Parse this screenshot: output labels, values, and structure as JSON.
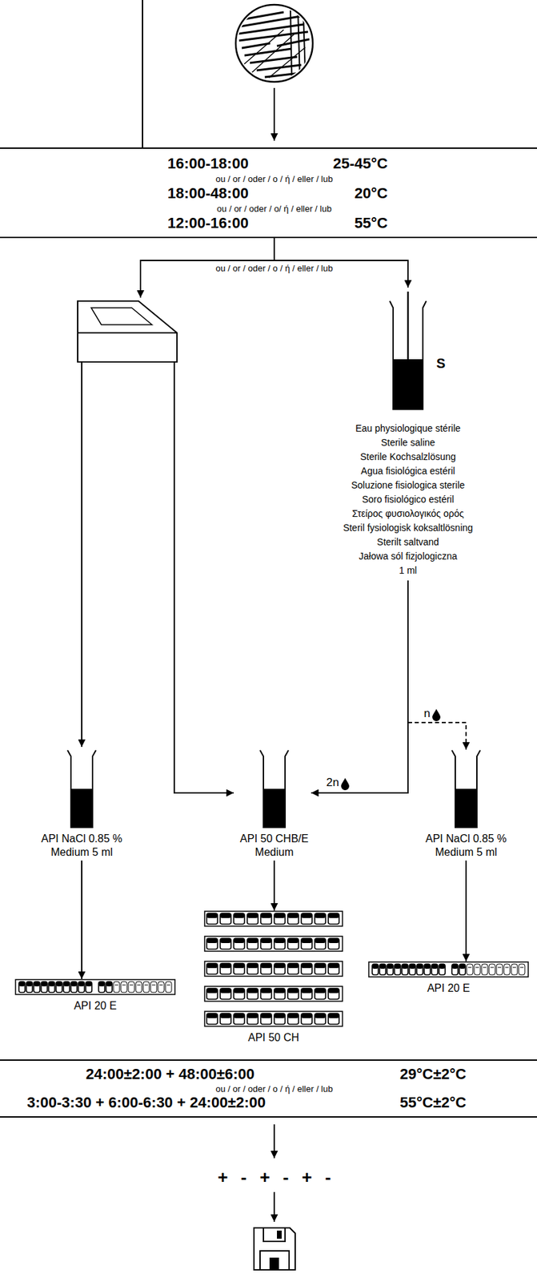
{
  "diagram": {
    "nodes": [
      {
        "text": [
          "16:00-18:00",
          "25-45°C",
          "ou / or / oder / o / ή / eller / lub",
          "18:00-48:00",
          "20°C",
          "ou / or / oder / o/ ή / eller / lub",
          "12:00-16:00",
          "55°C"
        ]
      },
      {
        "text": [
          "S",
          "Eau physiologique stérile",
          "Sterile saline",
          "Sterile Kochsalzlösung",
          "Agua fisiológica estéril",
          "Soluzione fisiologica sterile",
          "Soro fisiológico estéril",
          "Στείρος φυσιολογικός ορός",
          "Steril fysiologisk koksaltlösning",
          "Sterilt saltvand",
          "Jałowa sól fizjologiczna",
          "1 ml"
        ]
      },
      {
        "text": [
          "API NaCl 0.85 %",
          "Medium 5 ml"
        ]
      },
      {
        "text": [
          "API 50 CHB/E",
          "Medium"
        ]
      },
      {
        "text": [
          "API NaCl 0.85 %",
          "Medium 5 ml"
        ]
      },
      {
        "text": [
          "API 20 E"
        ]
      },
      {
        "text": [
          "API 50 CH"
        ]
      },
      {
        "text": [
          "API 20 E"
        ]
      },
      {
        "text": [
          "24:00±2:00 + 48:00±6:00",
          "29°C±2°C",
          "ou / or / oder / o / ή / eller / lub",
          "3:00-3:30 + 6:00-6:30 + 24:00±2:00",
          "55°C±2°C"
        ]
      }
    ],
    "edges": [
      {
        "from": 0,
        "to": 1,
        "arrow": "to"
      },
      {
        "from": 1,
        "to": 3,
        "label": "2n",
        "arrow": "to"
      },
      {
        "from": 1,
        "to": 4,
        "label": "n",
        "arrow": "to"
      },
      {
        "from": 2,
        "to": 5,
        "arrow": "to"
      },
      {
        "from": 3,
        "to": 6,
        "arrow": "to"
      },
      {
        "from": 4,
        "to": 7,
        "arrow": "to"
      }
    ],
    "labels": [
      "ou / or / oder / o / ή / eller / lub",
      "+ - + - + -"
    ]
  }
}
